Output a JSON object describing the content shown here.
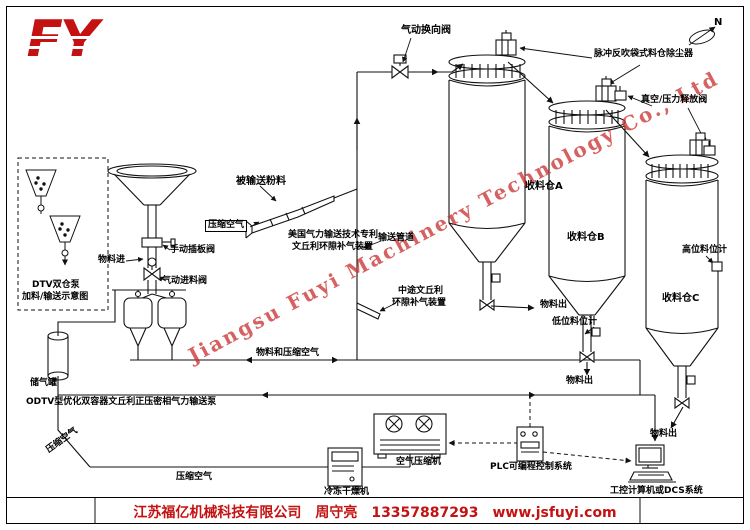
{
  "logo": {
    "text": "FY"
  },
  "compass": {
    "label": "N"
  },
  "watermark": {
    "text": "Jiangsu Fuyi Machinery Technology Co., Ltd"
  },
  "footer": {
    "company": "江苏福亿机械科技有限公司",
    "contact": "周守亮",
    "phone": "13357887293",
    "website": "www.jsfuyi.com"
  },
  "labels": {
    "pneumatic_diverter_valve": "气动换向阀",
    "bag_dust_collector": "脉冲反吹袋式料仓除尘器",
    "vacuum_pressure_relief_valve": "真空/压力释放阀",
    "silo_a": "收料仓A",
    "silo_b": "收料仓B",
    "silo_c": "收料仓C",
    "high_level_gauge": "高位料位计",
    "low_level_gauge": "低位料位计",
    "material_out_a": "物料出",
    "material_out_b": "物料出",
    "material_out_c": "物料出",
    "conveying_pipeline": "输送管道",
    "conveyed_powder": "被输送粉料",
    "compressed_air_box": "压缩空气",
    "patent_line1": "美国气力输送技术专利",
    "patent_line2": "文丘利环隙补气装置",
    "manual_gate_valve": "手动插板阀",
    "material_in": "物料进",
    "pneumatic_feed_valve": "气动进料阀",
    "dtv_caption_line1": "DTV双仓泵",
    "dtv_caption_line2": "加料/输送示意图",
    "midway_venturi_line1": "中途文丘利",
    "midway_venturi_line2": "环隙补气装置",
    "material_and_air": "物料和压缩空气",
    "odtv_pump": "ODTV型优化双容器文丘利正压密相气力输送泵",
    "air_receiver_tank": "储气罐",
    "compressed_air_diagonal": "压缩空气",
    "compressed_air_line": "压缩空气",
    "freeze_dryer": "冷冻干燥机",
    "air_compressor": "空气压缩机",
    "plc_system": "PLC可编程控制系统",
    "industrial_computer": "工控计算机或DCS系统"
  },
  "colors": {
    "line": "#111111",
    "accent_red": "#c41111",
    "watermark_red": "rgba(204,51,51,0.78)"
  }
}
